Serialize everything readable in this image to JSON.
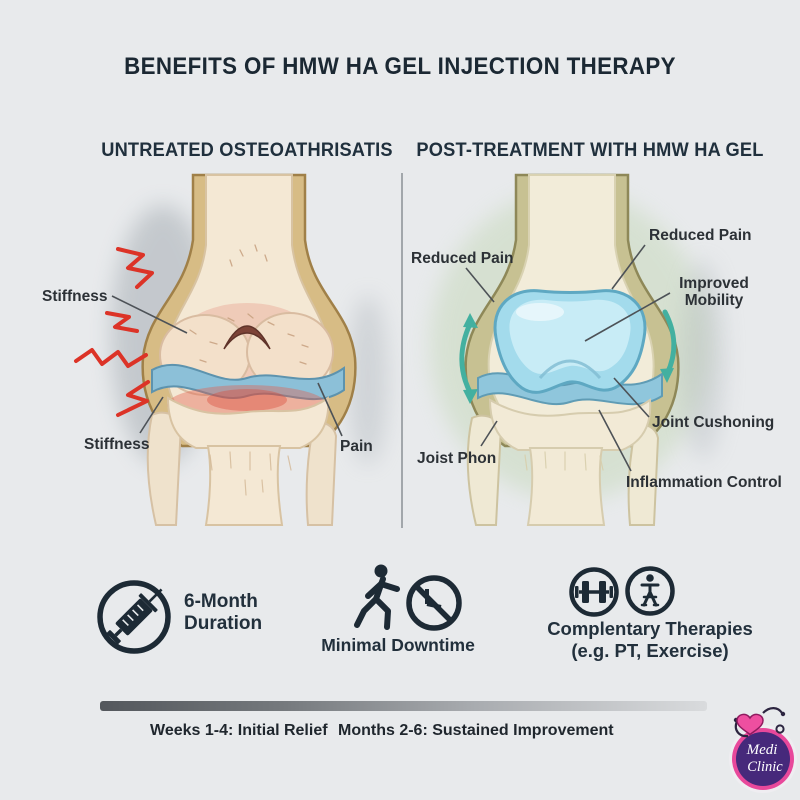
{
  "title": "BENEFITS OF HMW HA GEL INJECTION THERAPY",
  "panels": {
    "left": {
      "heading": "UNTREATED OSTEOATHRISATIS",
      "labels": {
        "stiffness_top": "Stiffness",
        "stiffness_bottom": "Stiffness",
        "pain": "Pain"
      }
    },
    "right": {
      "heading": "POST-TREATMENT WITH HMW HA GEL",
      "labels": {
        "reduced_pain_left": "Reduced Pain",
        "reduced_pain_right": "Reduced Pain",
        "improved_mobility": "Improved Mobility",
        "joint_cushioning": "Joint Cushoning",
        "joist_phon": "Joist Phon",
        "inflammation_control": "Inflammation Control"
      }
    }
  },
  "benefits": {
    "duration": {
      "icon": "syringe-circle-icon",
      "line1": "6-Month",
      "line2": "Duration"
    },
    "downtime": {
      "icons": [
        "walking-person-icon",
        "no-downtime-icon"
      ],
      "label": "Minimal Downtime"
    },
    "therapies": {
      "icons": [
        "dumbbell-circle-icon",
        "crutch-circle-icon"
      ],
      "line1": "Complentary Therapies",
      "line2": "(e.g. PT, Exercise)"
    }
  },
  "timeline": {
    "milestone_left": "Weeks 1-4: Initial Relief",
    "milestone_right": "Months 2-6: Sustained Improvement"
  },
  "logo": {
    "line1": "Medi",
    "line2": "Clinic"
  },
  "colors": {
    "background": "#e8eaec",
    "heading_text": "#1c2a36",
    "pain_red": "#dc3327",
    "bone_cream": "#f4e8d4",
    "tissue_tan": "#d7bc85",
    "tissue_olive": "#c7c192",
    "cartilage_blue": "#8cc0d8",
    "gel_blue": "#a3dbec",
    "mobility_teal": "#43b0a0",
    "inflammation_pink": "#e8a090",
    "icon_navy": "#1d2a35",
    "logo_purple": "#46297b",
    "logo_pink": "#e8489b"
  }
}
